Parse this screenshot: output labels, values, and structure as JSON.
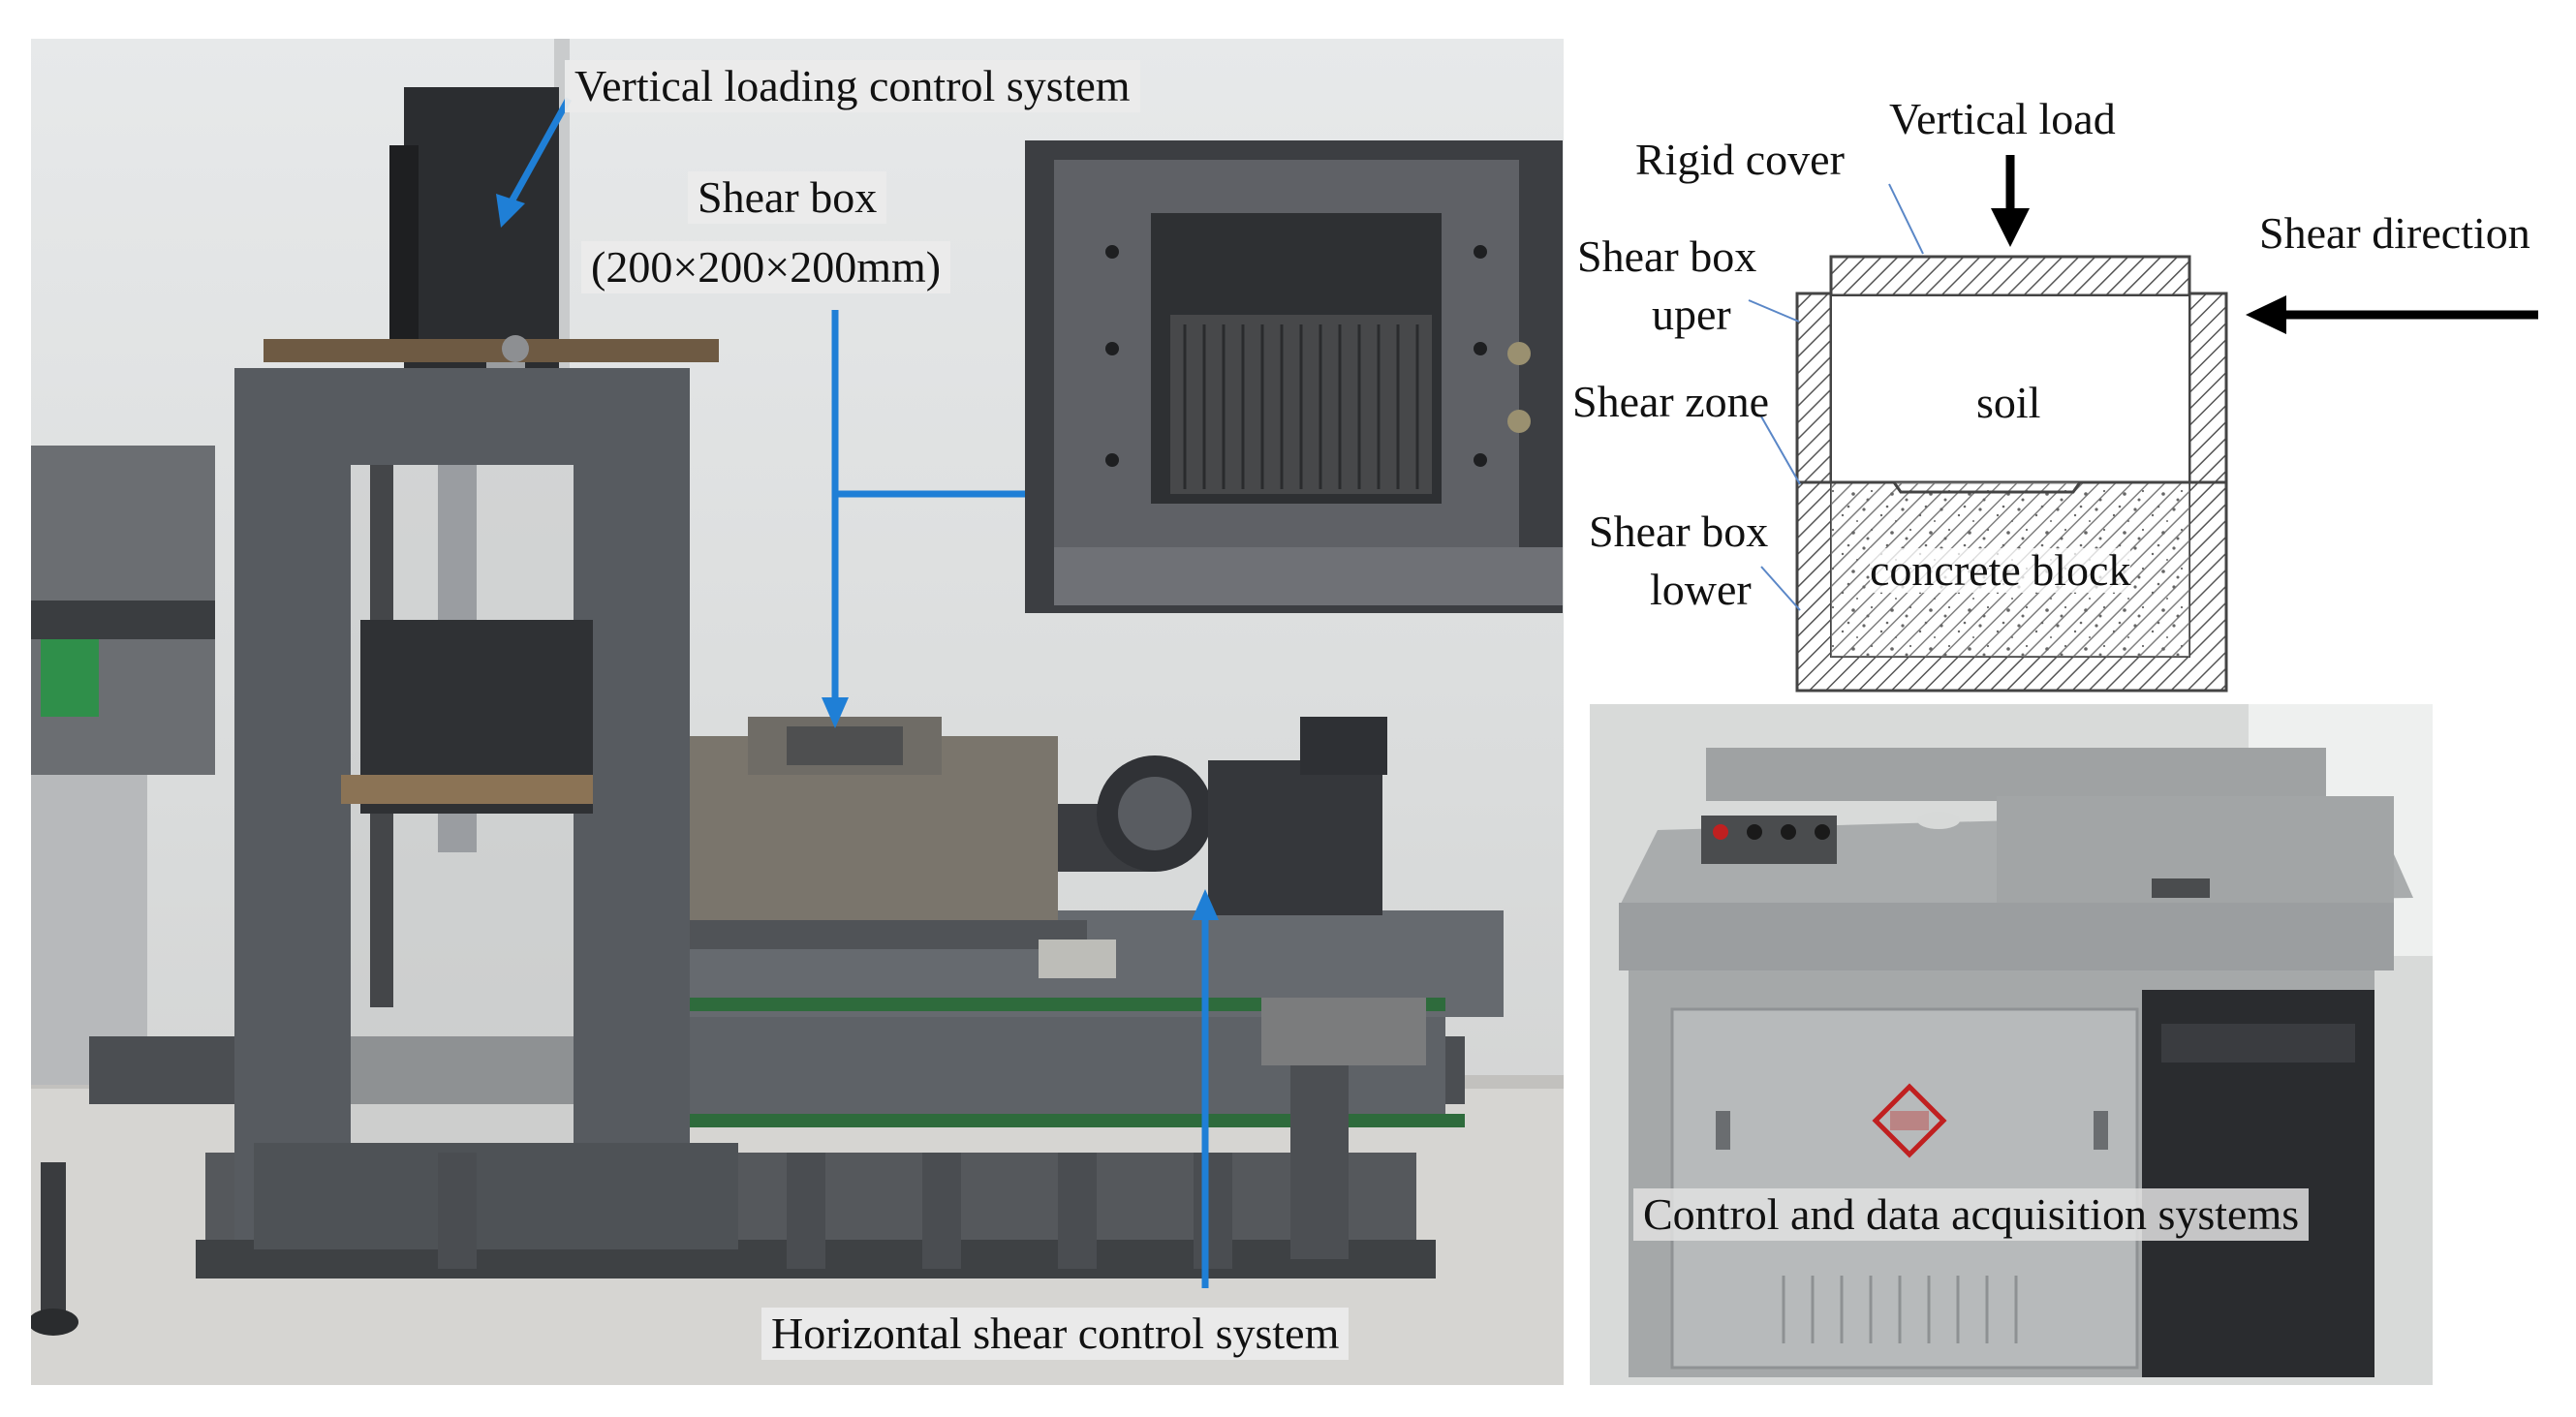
{
  "labels": {
    "vertical_loading": "Vertical  loading  control  system",
    "shear_box_title": "Shear box",
    "shear_box_dims": "(200×200×200mm)",
    "horizontal_shear": "Horizontal  shear  control system",
    "control_data": "Control and data acquisition  systems"
  },
  "diagram": {
    "vertical_load": "Vertical  load",
    "rigid_cover": "Rigid cover",
    "shear_direction": "Shear direction",
    "shear_box_upper_1": "Shear box",
    "shear_box_upper_2": "uper",
    "shear_zone": "Shear zone",
    "shear_box_lower_1": "Shear box",
    "shear_box_lower_2": "lower",
    "soil": "soil",
    "concrete_block": "concrete block"
  },
  "colors": {
    "arrow_blue": "#1f7fd6",
    "machine_gray": "#5d6166",
    "leader_line": "#5a87c7"
  },
  "icons": [
    "down-arrow-icon",
    "left-arrow-icon",
    "logo-mark"
  ]
}
